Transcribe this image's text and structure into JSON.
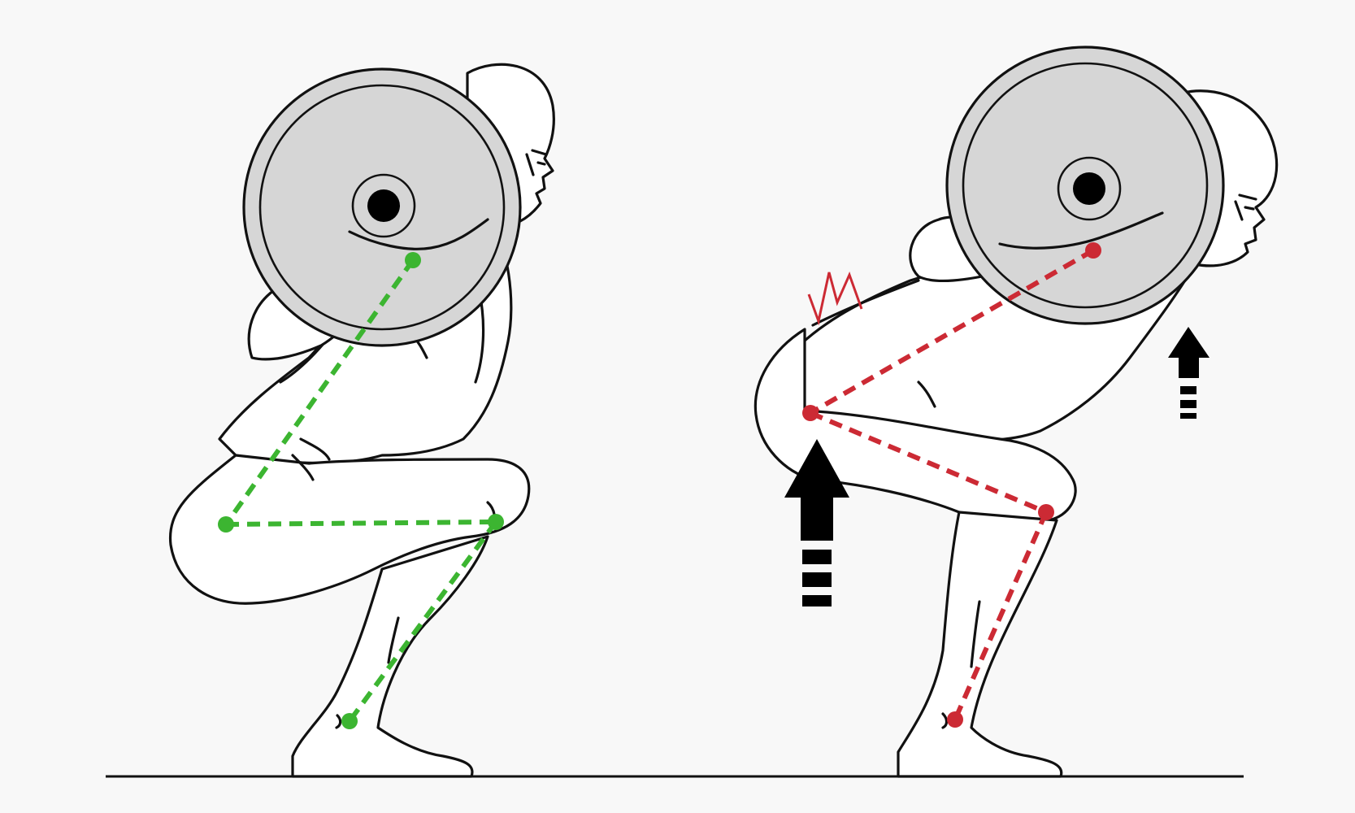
{
  "figure": {
    "panels": [
      {
        "id": "correct-squat",
        "status": "correct",
        "joint_color": "#3cb531",
        "joints": [
          "shoulder",
          "hip",
          "knee",
          "ankle"
        ]
      },
      {
        "id": "incorrect-squat",
        "status": "incorrect",
        "joint_color": "#cc2a34",
        "joints": [
          "shoulder",
          "hip",
          "knee",
          "ankle"
        ],
        "indicators": [
          "pain-burst-icon",
          "hip-rise-arrow-icon",
          "shoulder-rise-arrow-icon"
        ]
      }
    ],
    "colors": {
      "background": "#f8f8f8",
      "outline": "#111111",
      "plate_fill": "#d6d6d6",
      "body_fill": "#ffffff",
      "correct": "#3cb531",
      "incorrect": "#cc2a34",
      "arrow": "#000000"
    }
  }
}
